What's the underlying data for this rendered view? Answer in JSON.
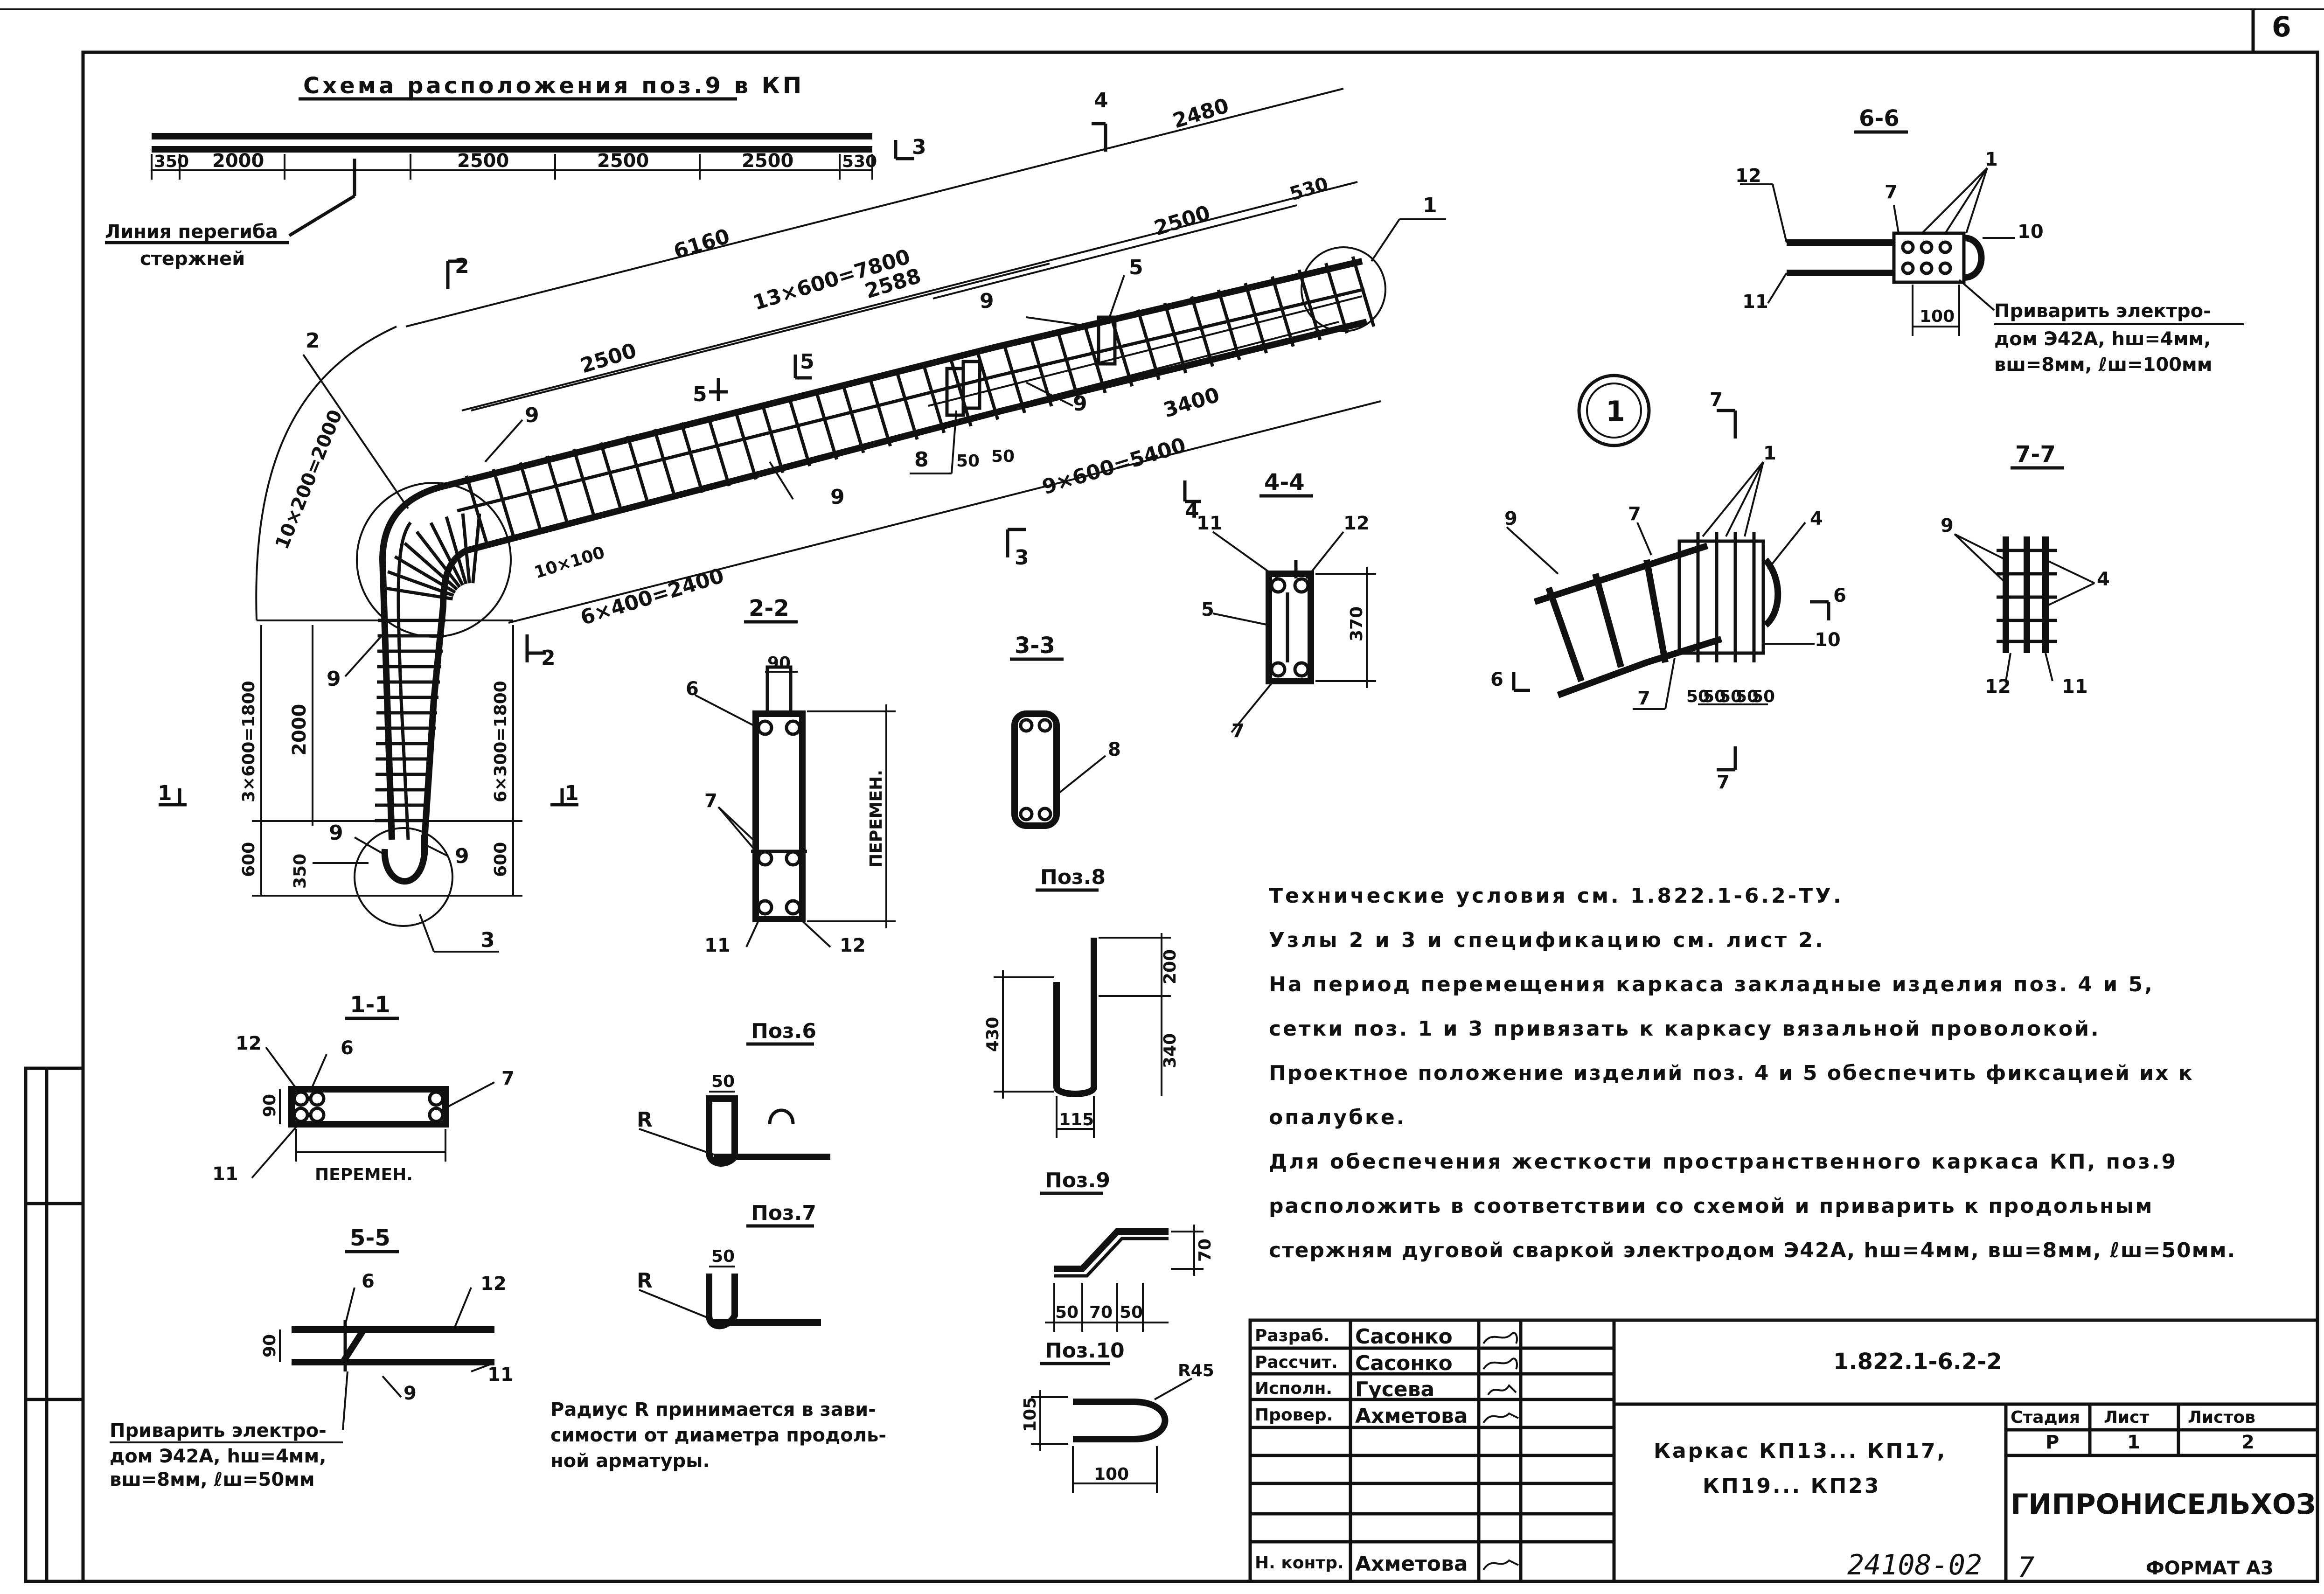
{
  "sheet": {
    "page_number": "6",
    "format": "ФОРМАТ А3",
    "archive_number": "24108-02",
    "archive_suffix": "7"
  },
  "scheme": {
    "title": "Схема расположения поз.9 в КП",
    "bend_line_label_1": "Линия перегиба",
    "bend_line_label_2": "стержней",
    "segments": [
      "350",
      "2000",
      "2500",
      "2500",
      "2500",
      "530"
    ]
  },
  "plan": {
    "dims": {
      "total_top": "2480",
      "overall": "6160",
      "pitch_main": "13×600=7800",
      "seg_2500_left": "2500",
      "seg_2500_right": "2500",
      "seg_2588": "2588",
      "seg_3400": "3400",
      "seg_530": "530",
      "pitch_9x600": "9×600=5400",
      "pitch_6x400": "6×400=2400",
      "pitch_10x100": "10×100",
      "arc_10x200": "10×200=2000",
      "vert_3x600": "3×600=1800",
      "vert_6x300": "6×300=1800",
      "vert_2000": "2000",
      "vert_600_left": "600",
      "vert_600_right": "600",
      "vert_350": "350",
      "d50a": "50",
      "d50b": "50"
    },
    "callouts": [
      "1",
      "2",
      "3",
      "5",
      "8",
      "9"
    ],
    "cuts": [
      "1",
      "2",
      "3",
      "4",
      "5"
    ],
    "node_label": "1"
  },
  "sections": {
    "s66": {
      "title": "6-6",
      "pos": [
        "12",
        "7",
        "1",
        "10",
        "11"
      ],
      "dim": "100",
      "weld_note_1": "Приварить электро-",
      "weld_note_2": "дом Э42А, hш=4мм,",
      "weld_note_3": "вш=8мм, ℓш=100мм"
    },
    "s44": {
      "title": "4-4",
      "pos": [
        "11",
        "12",
        "5",
        "7"
      ],
      "dim": "370"
    },
    "s22": {
      "title": "2-2",
      "pos": [
        "6",
        "7",
        "11",
        "12"
      ],
      "dim": "90",
      "label": "ПЕРЕМЕН."
    },
    "s33": {
      "title": "3-3",
      "pos": [
        "8"
      ]
    },
    "s77": {
      "title": "7-7",
      "pos": [
        "9",
        "4",
        "12",
        "11"
      ]
    },
    "s11": {
      "title": "1-1",
      "pos": [
        "12",
        "6",
        "7",
        "11"
      ],
      "dim": "90",
      "label": "ПЕРЕМЕН."
    },
    "s55": {
      "title": "5-5",
      "pos": [
        "6",
        "12",
        "9",
        "11"
      ],
      "dim": "90"
    },
    "node": {
      "pos": [
        "9",
        "7",
        "1",
        "4",
        "6",
        "10"
      ],
      "dims": [
        "50",
        "50",
        "50",
        "50",
        "50"
      ]
    }
  },
  "bars": {
    "p6": {
      "title": "Поз.6",
      "dim": "50",
      "radius_label": "R"
    },
    "p7": {
      "title": "Поз.7",
      "dim": "50",
      "radius_label": "R"
    },
    "p8": {
      "title": "Поз.8",
      "dims": [
        "430",
        "200",
        "340",
        "115"
      ]
    },
    "p9": {
      "title": "Поз.9",
      "dims": [
        "70",
        "50",
        "70",
        "50"
      ]
    },
    "p10": {
      "title": "Поз.10",
      "dims": [
        "R45",
        "105",
        "100"
      ]
    }
  },
  "weld_note_left": [
    "Приварить электро-",
    "дом Э42А, hш=4мм,",
    "вш=8мм, ℓш=50мм"
  ],
  "radius_note": [
    "Радиус R принимается в зави-",
    "симости от диаметра продоль-",
    "ной арматуры."
  ],
  "notes": [
    "Технические условия см. 1.822.1-6.2-ТУ.",
    "Узлы 2 и 3 и спецификацию см. лист 2.",
    "На период перемещения каркаса закладные изделия поз. 4 и 5,",
    "сетки поз. 1 и 3 привязать к каркасу вязальной проволокой.",
    "Проектное положение изделий поз. 4 и 5 обеспечить фиксацией их к",
    "опалубке.",
    "Для обеспечения жесткости пространственного каркаса КП, поз.9",
    "расположить в соответствии со схемой и приварить к продольным",
    "стержням дуговой сваркой электродом Э42А, hш=4мм, вш=8мм, ℓш=50мм."
  ],
  "title_block": {
    "roles": [
      "Разраб.",
      "Рассчит.",
      "Исполн.",
      "Провер.",
      "",
      "",
      "",
      "Н. контр."
    ],
    "names": [
      "Сасонко",
      "Сасонко",
      "Гусева",
      "Ахметова",
      "",
      "",
      "",
      "Ахметова"
    ],
    "doc_code": "1.822.1-6.2-2",
    "title_line_1": "Каркас КП13... КП17,",
    "title_line_2": "КП19... КП23",
    "stage_label": "Стадия",
    "sheet_label": "Лист",
    "sheets_label": "Листов",
    "stage": "Р",
    "sheet": "1",
    "sheets": "2",
    "org": "ГИПРОНИСЕЛЬХОЗ"
  }
}
